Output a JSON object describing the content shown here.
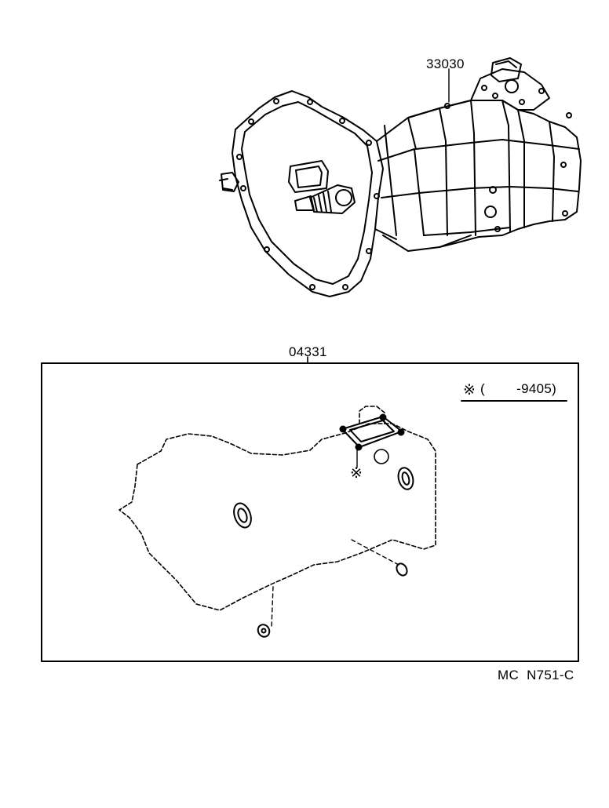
{
  "parts": {
    "transmission_assy": "33030",
    "gasket_kit": "04331"
  },
  "note": {
    "mark": "※",
    "range": "(        -9405)"
  },
  "gasket_mark": "※",
  "diagram_code": "MC  N751-C"
}
